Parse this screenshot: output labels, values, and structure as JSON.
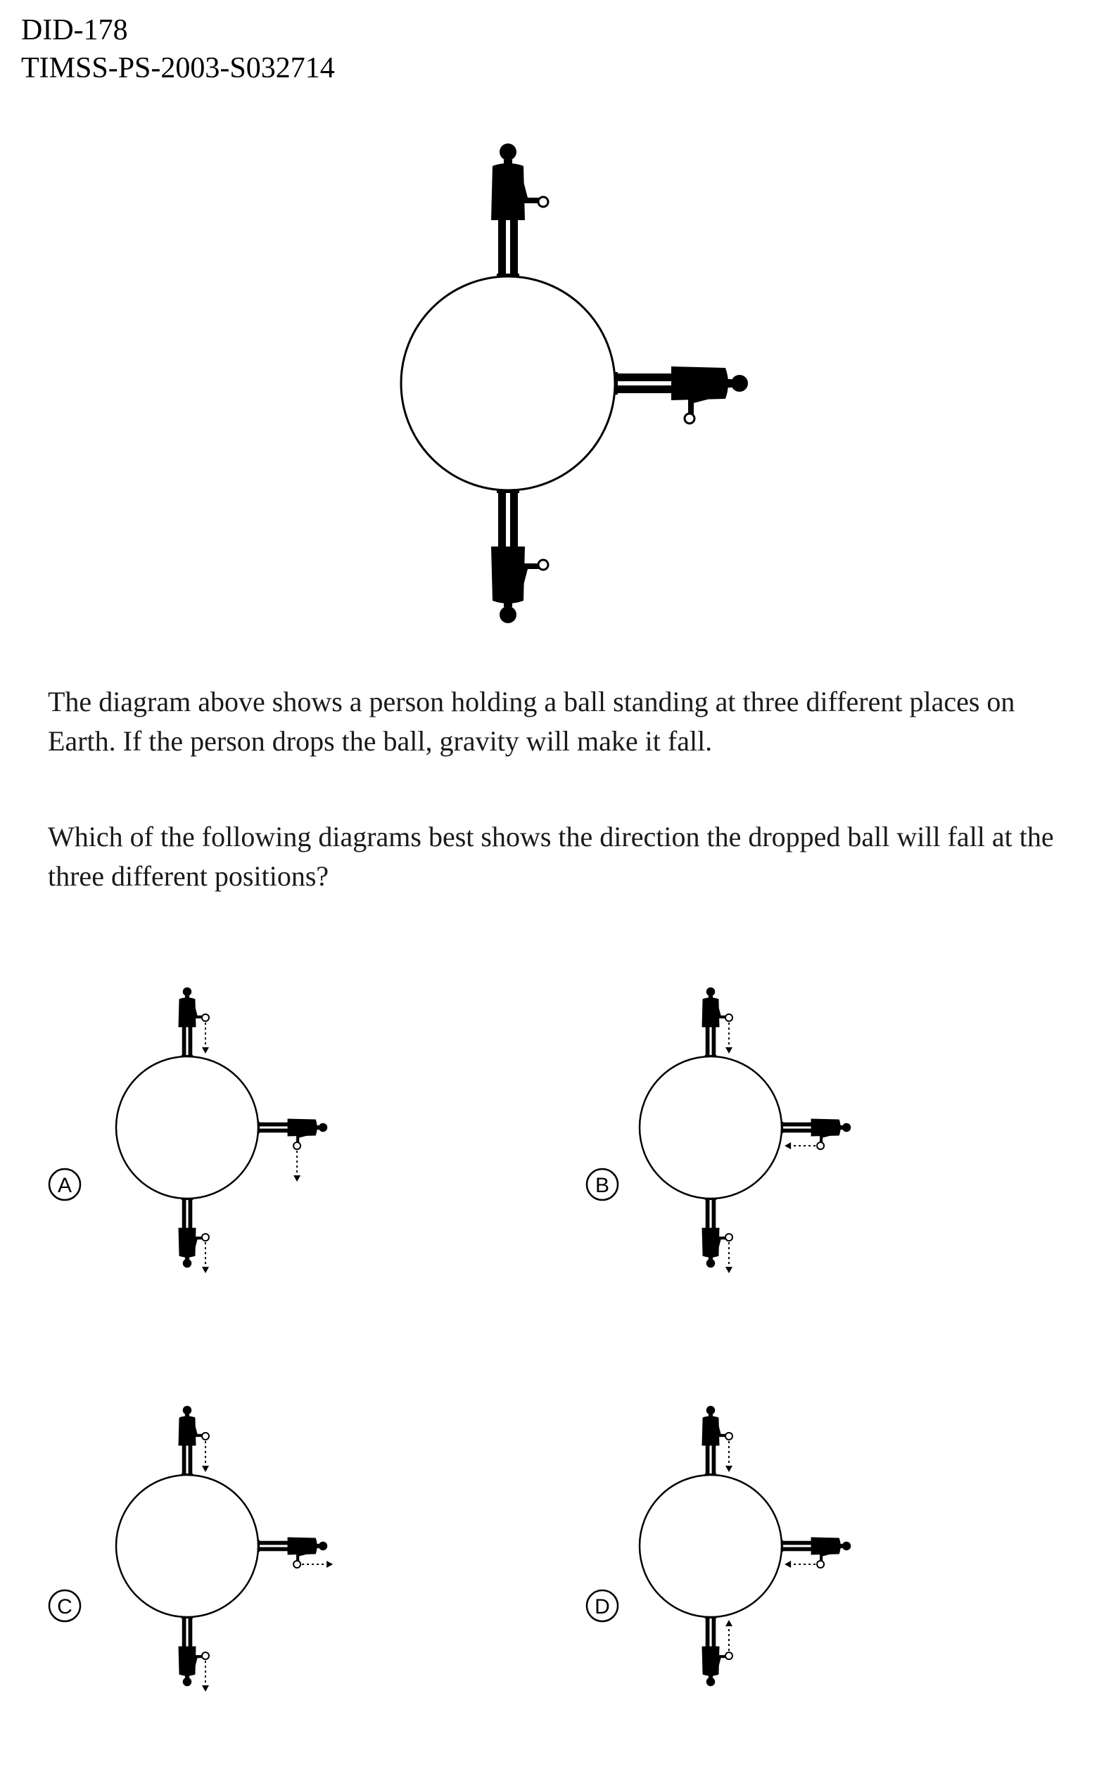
{
  "header": {
    "line1": "DID-178",
    "line2": "TIMSS-PS-2003-S032714"
  },
  "question": {
    "paragraph1": "The diagram above shows a person holding a ball standing at three different places on Earth. If the person drops the ball, gravity will make it fall.",
    "paragraph2": "Which of the following diagrams best shows the direction the dropped ball will fall at the three different positions?"
  },
  "options": [
    {
      "letter": "A",
      "arrows": {
        "top": "down",
        "right": "down",
        "bottom": "down"
      }
    },
    {
      "letter": "B",
      "arrows": {
        "top": "down",
        "right": "left",
        "bottom": "down"
      }
    },
    {
      "letter": "C",
      "arrows": {
        "top": "down",
        "right": "right",
        "bottom": "down"
      }
    },
    {
      "letter": "D",
      "arrows": {
        "top": "down",
        "right": "left",
        "bottom": "up"
      }
    }
  ]
}
